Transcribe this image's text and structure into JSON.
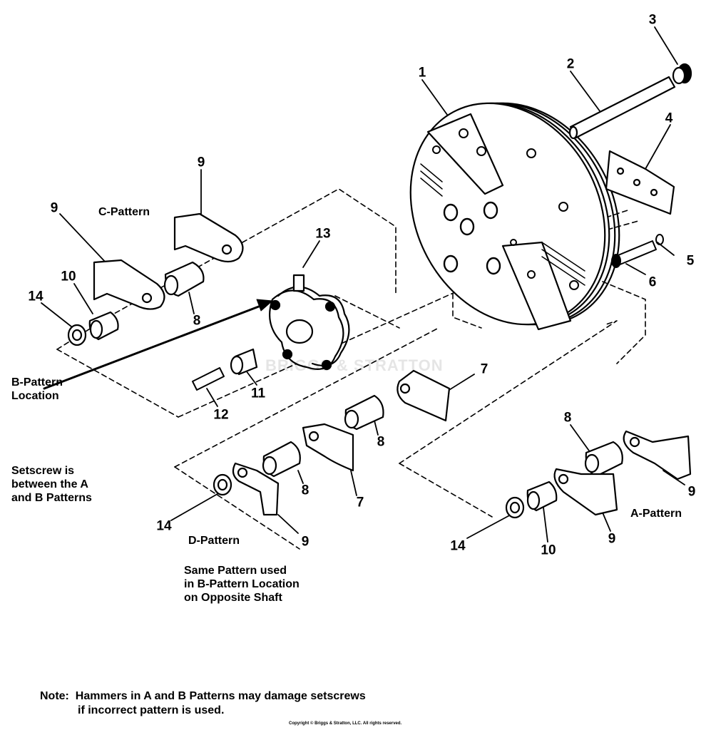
{
  "callouts": [
    "1",
    "2",
    "3",
    "4",
    "5",
    "6",
    "7",
    "7",
    "8",
    "8",
    "8",
    "8",
    "9",
    "9",
    "9",
    "9",
    "9",
    "10",
    "10",
    "11",
    "12",
    "13",
    "14",
    "14",
    "14"
  ],
  "labels": {
    "c_pattern": "C-Pattern",
    "a_pattern": "A-Pattern",
    "d_pattern": "D-Pattern",
    "b_pattern_location_line1": "B-Pattern",
    "b_pattern_location_line2": "Location",
    "setscrew_line1": "Setscrew is",
    "setscrew_line2": "between the A",
    "setscrew_line3": "and B Patterns",
    "same_pattern_line1": "Same Pattern used",
    "same_pattern_line2": "in B-Pattern Location",
    "same_pattern_line3": "on Opposite Shaft"
  },
  "note": {
    "line1": "Note:  Hammers in A and B Patterns may damage setscrews",
    "line2": "if incorrect pattern is used."
  },
  "watermark": "BRIGGS & STRATTON",
  "copyright": "Copyright © Briggs & Stratton, LLC. All rights reserved."
}
